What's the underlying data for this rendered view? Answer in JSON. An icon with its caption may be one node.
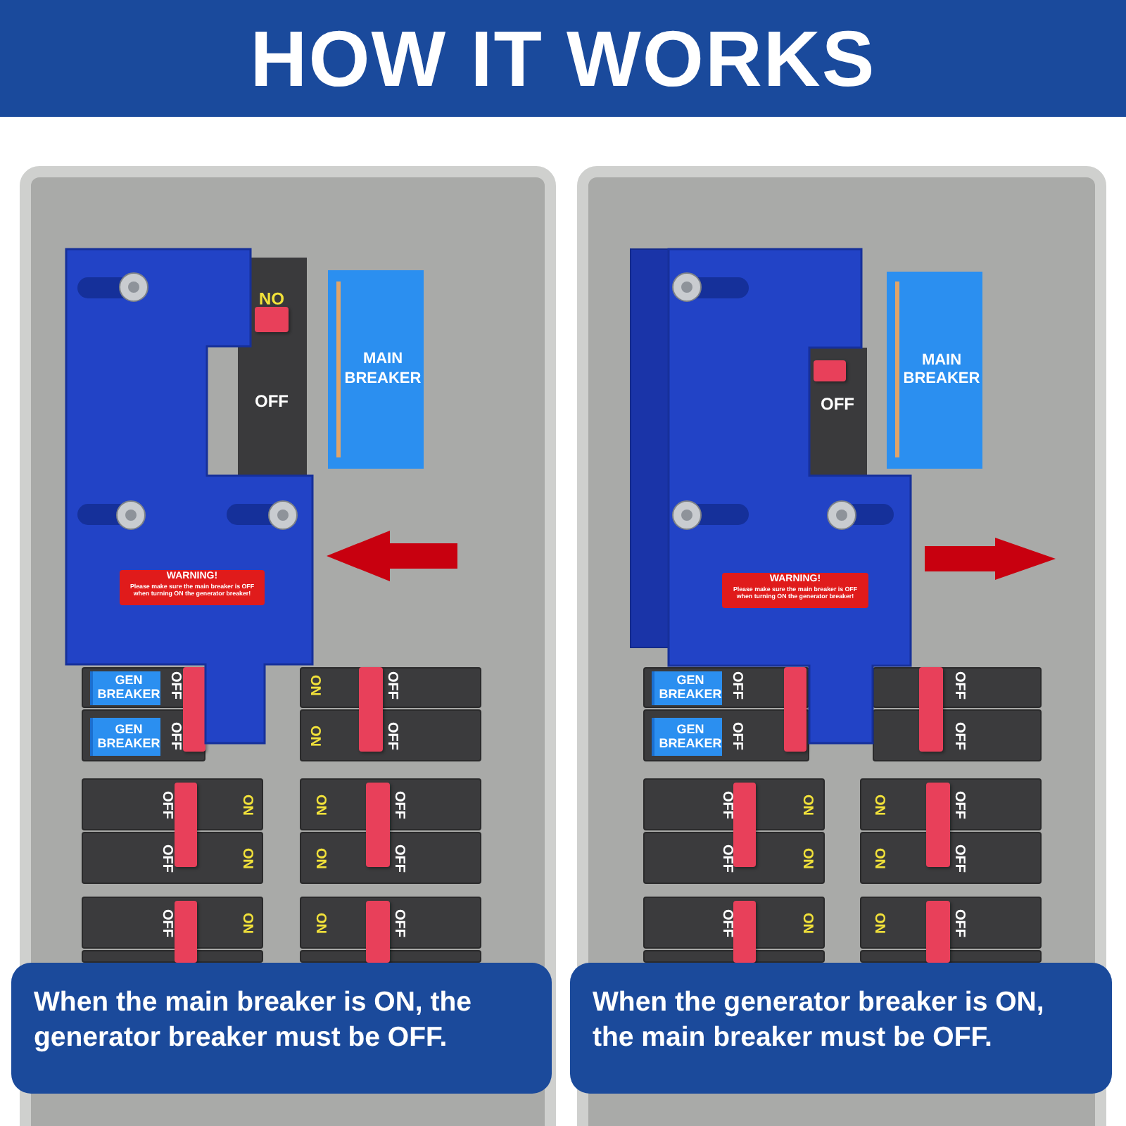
{
  "diagram": {
    "title": "HOW IT WORKS",
    "nodes": [
      {
        "text": [
          "ON",
          "OFF"
        ]
      },
      {
        "text": [
          "MAIN BREAKER"
        ]
      },
      {
        "text": [
          "WARNING!",
          "Please make sure the main breaker is OFF when turning ON the generator breaker!"
        ]
      },
      {
        "text": [
          "OFF"
        ]
      },
      {
        "text": [
          "GEN BREAKER"
        ],
        "in": 3
      },
      {
        "text": [
          "ON",
          "OFF"
        ]
      },
      {
        "text": [
          "OFF"
        ]
      },
      {
        "text": [
          "GEN BREAKER"
        ],
        "in": 6
      },
      {
        "text": [
          "ON",
          "OFF"
        ]
      },
      {
        "text": [
          "OFF",
          "ON"
        ]
      },
      {
        "text": [
          "ON",
          "OFF"
        ]
      },
      {
        "text": [
          "OFF",
          "ON"
        ]
      },
      {
        "text": [
          "ON",
          "OFF"
        ]
      },
      {
        "text": [
          "OFF",
          "ON"
        ]
      },
      {
        "text": [
          "ON",
          "OFF"
        ]
      },
      {
        "text": [],
        "shape": "box"
      },
      {
        "text": [],
        "shape": "box"
      },
      {
        "text": [
          "When the main breaker is ON, the generator breaker must be OFF."
        ]
      },
      {
        "text": [
          "OFF"
        ]
      },
      {
        "text": [
          "MAIN BREAKER"
        ]
      },
      {
        "text": [
          "WARNING!",
          "Please make sure the main breaker is OFF when turning ON the generator breaker!"
        ]
      },
      {
        "text": [
          "OFF"
        ]
      },
      {
        "text": [
          "GEN BREAKER"
        ],
        "in": 21
      },
      {
        "text": [
          "OFF"
        ]
      },
      {
        "text": [
          "OFF"
        ]
      },
      {
        "text": [
          "GEN BREAKER"
        ],
        "in": 24
      },
      {
        "text": [
          "OFF"
        ]
      },
      {
        "text": [
          "OFF",
          "ON"
        ]
      },
      {
        "text": [
          "ON",
          "OFF"
        ]
      },
      {
        "text": [
          "OFF",
          "ON"
        ]
      },
      {
        "text": [
          "ON",
          "OFF"
        ]
      },
      {
        "text": [
          "OFF",
          "ON"
        ]
      },
      {
        "text": [
          "ON",
          "OFF"
        ]
      },
      {
        "text": [],
        "shape": "box"
      },
      {
        "text": [],
        "shape": "box"
      },
      {
        "text": [
          "When the generator breaker is ON, the main breaker must be OFF."
        ]
      }
    ]
  }
}
